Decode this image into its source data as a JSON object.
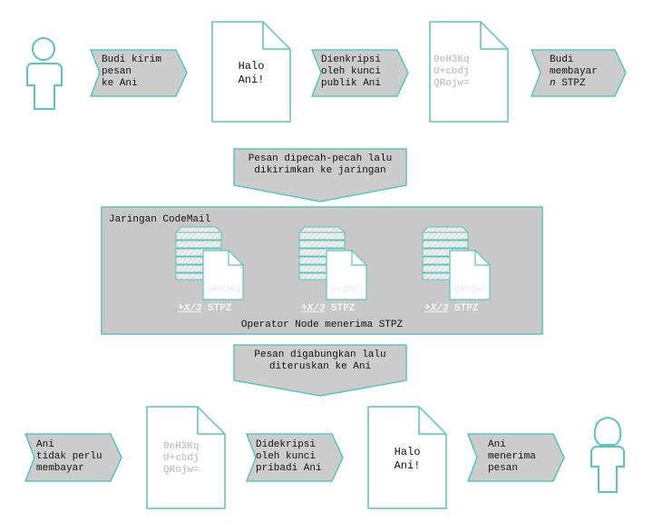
{
  "top": {
    "arrow1": "Budi kirim\npesan\nke Ani",
    "doc1": "Halo\nAni!",
    "arrow2": "Dienkripsi\noleh kunci\npublik Ani",
    "doc2": "0eH3Kq\nU+cbdj\nQRojw=",
    "arrow3": "Budi\nmembayar\nn STPZ",
    "arrow3_parts": [
      "Budi",
      "membayar",
      "n",
      " STPZ"
    ]
  },
  "split_banner": "Pesan dipecah-pecah lalu\ndikirimkan ke jaringan",
  "network": {
    "title": "Jaringan CodeMail",
    "nodes": [
      {
        "fragment": "0eH3Kq",
        "reward": "+X/3",
        "unit": " STPZ"
      },
      {
        "fragment": "U+cbdj",
        "reward": "+X/3",
        "unit": " STPZ"
      },
      {
        "fragment": "QRojw=",
        "reward": "+X/3",
        "unit": " STPZ"
      }
    ],
    "footer": "Operator Node menerima STPZ"
  },
  "merge_banner": "Pesan digabungkan lalu\nditeruskan ke Ani",
  "bottom": {
    "arrow1": "Ani\ntidak perlu\nmembayar",
    "doc1": "0eH3Kq\nU+cbdj\nQRojw=",
    "arrow2": "Didekripsi\noleh kunci\npribadi Ani",
    "doc2": "Halo\nAni!",
    "arrow3": "Ani\nmenerima\npesan"
  },
  "colors": {
    "teal": "#5cc4be",
    "arrow_fill": "#cccccc",
    "box_fill": "#c8c8c8",
    "muted_text": "#c8c8c8"
  }
}
